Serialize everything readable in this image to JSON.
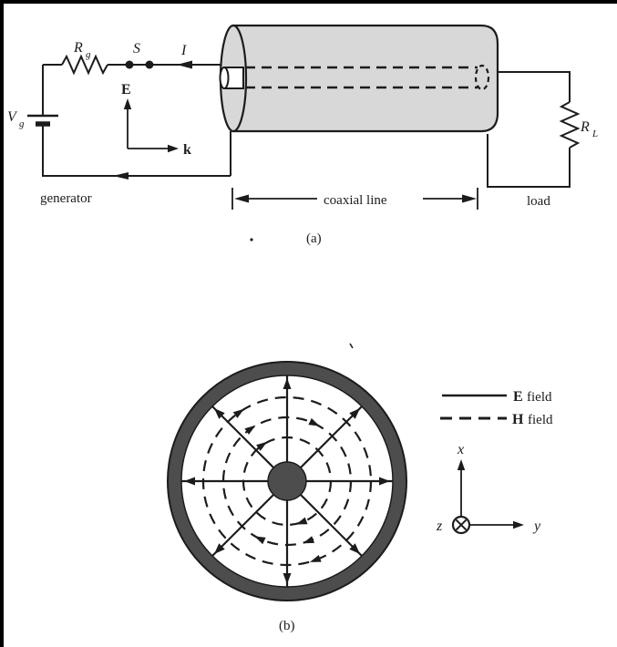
{
  "colors": {
    "ink": "#1c1c1c",
    "cylinder_fill": "#d8d8d8",
    "ring_fill": "#4d4d4d",
    "background": "#ffffff",
    "border": "#000000"
  },
  "part_a": {
    "caption": "(a)",
    "generator_label": "generator",
    "coax_label": "coaxial line",
    "load_label": "load",
    "source": {
      "base": "V",
      "sub": "g"
    },
    "gen_resistor": {
      "base": "R",
      "sub": "g"
    },
    "load_resistor": {
      "base": "R",
      "sub": "L"
    },
    "switch_label": "S",
    "current_label": "I",
    "e_field_vector": "E",
    "k_vector": "k"
  },
  "part_b": {
    "caption": "(b)",
    "legend": {
      "e": {
        "symbol": "E",
        "text": "field"
      },
      "h": {
        "symbol": "H",
        "text": "field"
      }
    },
    "axes": {
      "x": "x",
      "y": "y",
      "z": "z"
    }
  }
}
